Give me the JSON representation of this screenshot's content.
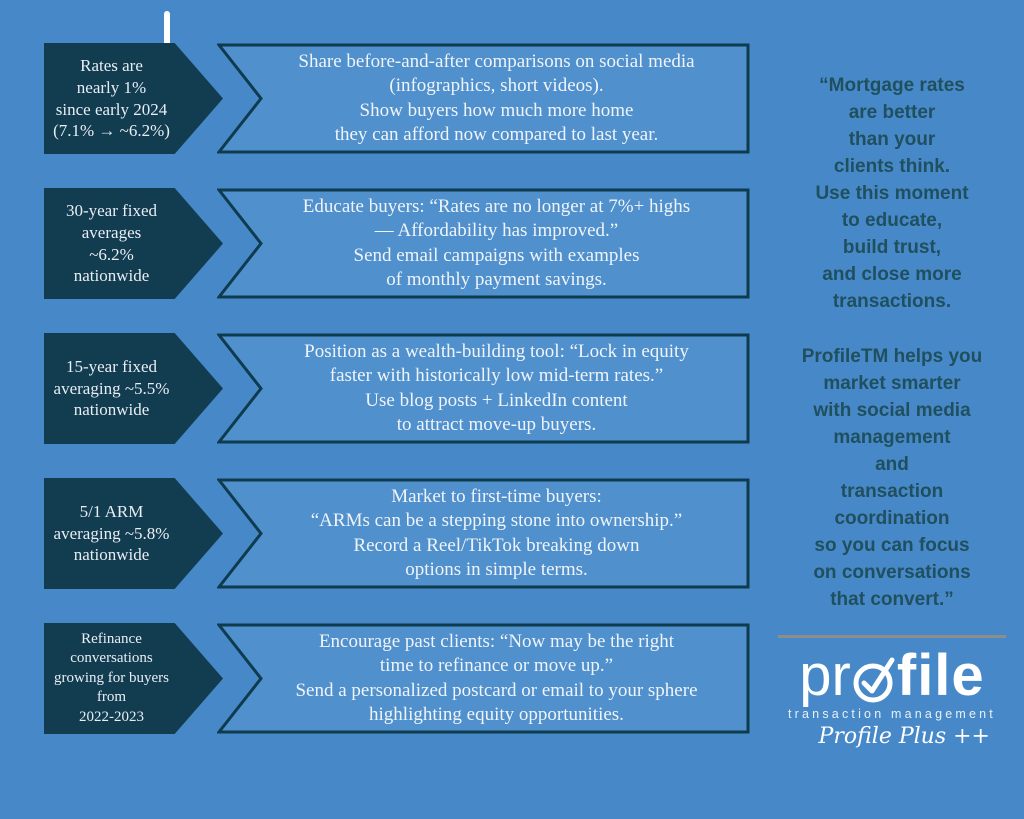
{
  "colors": {
    "background": "#4789c8",
    "stat_arrow_fill": "#123c50",
    "banner_fill": "#4f90cd",
    "banner_border": "#0f3b4f",
    "light_text": "#f0f4f9",
    "sidebar_text": "#20505f",
    "divider_gray": "#8e8e88",
    "logo_white": "#ffffff"
  },
  "rows": [
    {
      "stat": [
        "Rates are",
        "nearly 1%",
        "since early 2024",
        "(7.1% → ~6.2%)"
      ],
      "tip": [
        "Share before-and-after comparisons on social media",
        "(infographics, short videos).",
        "Show buyers how much more home",
        "they can afford now compared to last year."
      ]
    },
    {
      "stat": [
        "30-year fixed",
        "averages",
        "~6.2%",
        "nationwide"
      ],
      "tip": [
        "Educate buyers: “Rates are no longer at 7%+ highs",
        "— Affordability has improved.”",
        "Send email campaigns with examples",
        "of monthly payment savings."
      ]
    },
    {
      "stat": [
        "15-year fixed",
        "averaging ~5.5%",
        "nationwide"
      ],
      "tip": [
        "Position as a wealth-building tool: “Lock in equity",
        "faster with historically low mid-term rates.”",
        "Use blog posts + LinkedIn content",
        "to attract move-up buyers."
      ]
    },
    {
      "stat": [
        "5/1 ARM",
        "averaging ~5.8%",
        "nationwide"
      ],
      "tip": [
        "Market to first-time buyers:",
        "“ARMs can be a stepping stone into ownership.”",
        "Record a Reel/TikTok breaking down",
        "options in simple terms."
      ]
    },
    {
      "stat": [
        "Refinance",
        "conversations",
        "growing for buyers",
        "from",
        "2022-2023"
      ],
      "tip": [
        "Encourage past clients: “Now may be the right",
        "time to refinance or move up.”",
        "Send a personalized postcard or email to your sphere",
        "highlighting equity opportunities."
      ]
    }
  ],
  "sidebar": {
    "quote_top": [
      "“Mortgage rates",
      "are better",
      "than your",
      "clients think.",
      "Use this moment",
      "to educate,",
      "build trust,",
      "and close more",
      "transactions."
    ],
    "quote_bottom": [
      "ProfileTM helps you",
      "market smarter",
      "with social media",
      "management",
      "and",
      "transaction",
      "coordination",
      "so you can focus",
      "on conversations",
      "that convert.”"
    ],
    "logo": {
      "prefix": "pr",
      "suffix": "file",
      "subtitle": "transaction management",
      "tagline": "Profile Plus ++"
    }
  }
}
